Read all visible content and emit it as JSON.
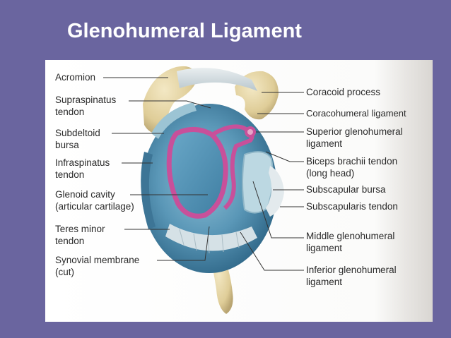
{
  "title": "Glenohumeral Ligament",
  "labels": {
    "acromion": "Acromion",
    "supraspinatus_1": "Supraspinatus",
    "supraspinatus_2": "tendon",
    "subdeltoid_1": "Subdeltoid",
    "subdeltoid_2": "bursa",
    "infraspinatus_1": "Infraspinatus",
    "infraspinatus_2": "tendon",
    "glenoid_1": "Glenoid cavity",
    "glenoid_2": "(articular cartilage)",
    "teres_1": "Teres minor",
    "teres_2": "tendon",
    "synovial_1": "Synovial membrane",
    "synovial_2": "(cut)",
    "coracoid": "Coracoid process",
    "coracohumeral": "Coracohumeral ligament",
    "superior_gh_1": "Superior glenohumeral",
    "superior_gh_2": "ligament",
    "biceps_1": "Biceps brachii tendon",
    "biceps_2": "(long head)",
    "subscapular_bursa": "Subscapular bursa",
    "subscapularis": "Subscapularis tendon",
    "middle_gh_1": "Middle glenohumeral",
    "middle_gh_2": "ligament",
    "inferior_gh_1": "Inferior glenohumeral",
    "inferior_gh_2": "ligament"
  },
  "colors": {
    "background": "#6a659f",
    "title_text": "#ffffff",
    "bone": "#e3d4a6",
    "cartilage_blue": "#4a86a8",
    "ligament_pink": "#c8509a",
    "bursa_light": "#bcd8e2"
  }
}
